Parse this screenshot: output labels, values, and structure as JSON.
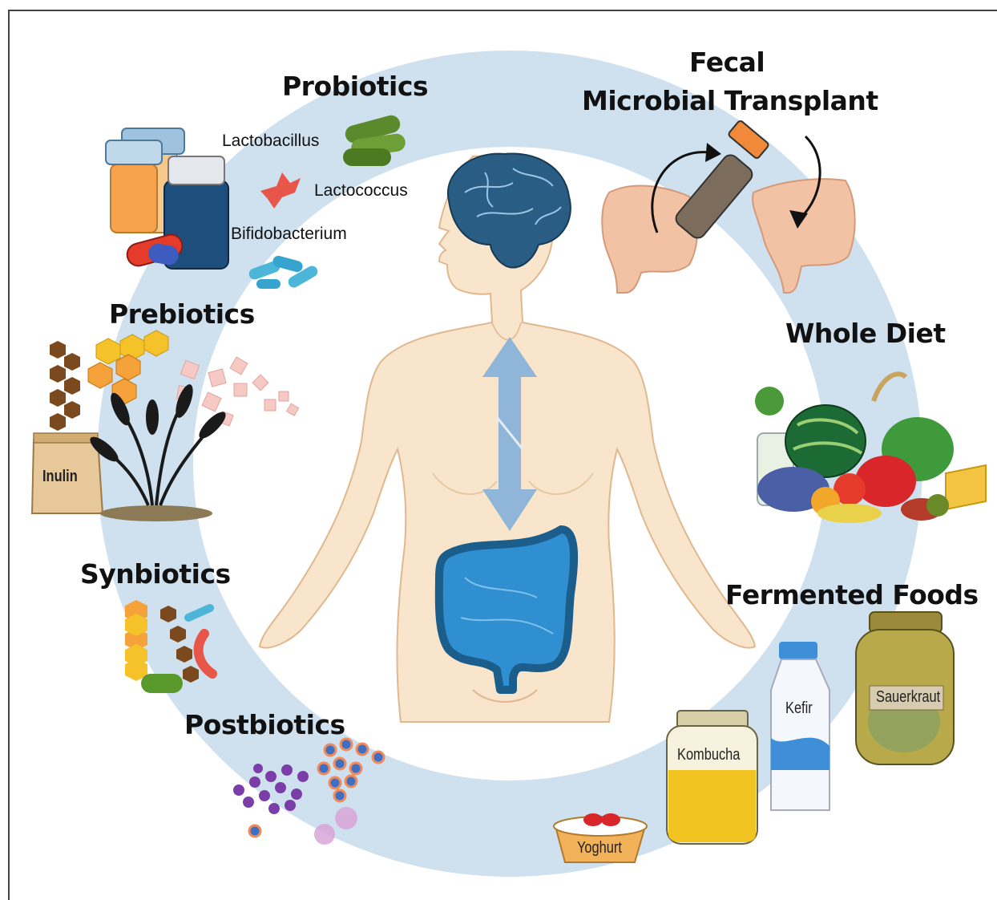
{
  "categories": {
    "probiotics": "Probiotics",
    "fmt_line1": "Fecal",
    "fmt_line2": "Microbial Transplant",
    "prebiotics": "Prebiotics",
    "whole_diet": "Whole Diet",
    "synbiotics": "Synbiotics",
    "fermented_foods": "Fermented Foods",
    "postbiotics": "Postbiotics"
  },
  "bacteria": {
    "lactobacillus": "Lactobacillus",
    "lactococcus": "Lactococcus",
    "bifidobacterium": "Bifidobacterium"
  },
  "labels": {
    "inulin": "Inulin",
    "kombucha": "Kombucha",
    "kefir": "Kefir",
    "sauerkraut": "Sauerkraut",
    "yoghurt": "Yoghurt"
  },
  "colors": {
    "ring": "#cfe1ef",
    "skin": "#f9e4cc",
    "skin_outline": "#e0b88f",
    "brain": "#2a5d84",
    "gut": "#2f8fd0",
    "arrow": "#8fb6d8"
  }
}
